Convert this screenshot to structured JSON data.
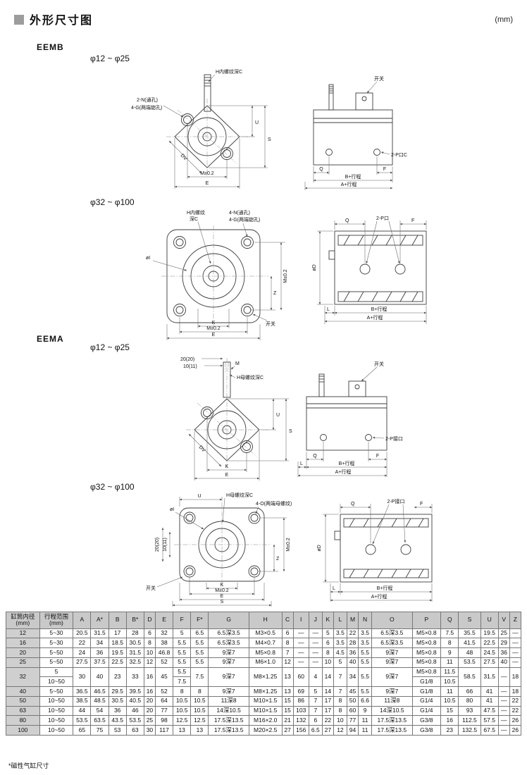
{
  "page": {
    "title": "外形尺寸图",
    "unit": "(mm)",
    "footnote": "*磁性气缸尺寸"
  },
  "sections": {
    "eemb": {
      "name": "EEMB",
      "range_small": "φ12 ~ φ25",
      "range_large": "φ32 ~ φ100"
    },
    "eema": {
      "name": "EEMA",
      "range_small": "φ12 ~ φ25",
      "range_large": "φ32 ~ φ100"
    }
  },
  "drawings": {
    "eemb_small": {
      "front": {
        "thread_label": "H内螺纹深C",
        "hole_label_1": "2-N(通孔)",
        "hole_label_2": "4-G(两端锪孔)",
        "dim_m": "M±0.2",
        "dim_e": "E",
        "dim_u": "U",
        "dim_s": "S",
        "dim_dv": "DV"
      },
      "side": {
        "switch_label": "开关",
        "dim_q": "Q",
        "dim_f": "F",
        "dim_b": "B+行程",
        "dim_a": "A+行程",
        "port_label": "2-P口C"
      }
    },
    "eemb_large": {
      "front": {
        "thread_label_1": "H内螺纹",
        "thread_label_2": "深C",
        "hole_label_1": "4-N(通孔)",
        "hole_label_2": "4-G(两端锪孔)",
        "dim_i": "øI",
        "dim_z": "Z",
        "dim_m_right": "M±0.2",
        "dim_k": "K",
        "dim_m_bottom": "M±0.2",
        "dim_e": "E",
        "switch_label": "开关"
      },
      "side": {
        "port_label": "2-P口",
        "dim_q": "Q",
        "dim_f": "F",
        "dim_d": "øD",
        "dim_l": "L",
        "dim_b": "B+行程",
        "dim_a": "A+行程"
      }
    },
    "eema_small": {
      "front": {
        "dim_20": "20(20)",
        "dim_10": "10(11)",
        "dim_m_label": "M",
        "thread_label": "H母螺纹深C",
        "dim_u": "U",
        "dim_s": "S",
        "dim_dv": "DV",
        "dim_k": "K",
        "dim_e": "E"
      },
      "side": {
        "switch_label": "开关",
        "dim_q": "Q",
        "dim_f": "F",
        "dim_b": "B+行程",
        "dim_a": "A+行程",
        "port_label": "2-P接口",
        "dim_l": "L"
      }
    },
    "eema_large": {
      "front": {
        "dim_u": "U",
        "thread_label": "H母螺纹深C",
        "hole_label": "4-O(两端母螺纹)",
        "dim_20": "20(20)",
        "dim_10": "10(11)",
        "dim_i": "øI",
        "dim_z": "Z",
        "dim_m_right": "M±0.2",
        "dim_k": "K",
        "dim_m_bottom": "M±0.2",
        "dim_e": "E",
        "dim_s": "S",
        "switch_label": "开关"
      },
      "side": {
        "dim_q": "Q",
        "port_label": "2-P接口",
        "dim_f": "F",
        "dim_d": "øD",
        "dim_l": "L",
        "dim_b": "B+行程",
        "dim_a": "A+行程"
      }
    }
  },
  "table": {
    "headers": [
      "缸筒内径\n(mm)",
      "行程范围\n(mm)",
      "A",
      "A*",
      "B",
      "B*",
      "D",
      "E",
      "F",
      "F*",
      "G",
      "H",
      "C",
      "I",
      "J",
      "K",
      "L",
      "M",
      "N",
      "O",
      "P",
      "Q",
      "S",
      "U",
      "V",
      "Z"
    ],
    "rows": [
      [
        {
          "t": "12",
          "c": "bore"
        },
        "5~30",
        "20.5",
        "31.5",
        "17",
        "28",
        "6",
        "32",
        "5",
        "6.5",
        "6.5深3.5",
        "M3×0.5",
        "6",
        "—",
        "—",
        "5",
        "3.5",
        "22",
        "3.5",
        "6.5深3.5",
        "M5×0.8",
        "7.5",
        "35.5",
        "19.5",
        "25",
        "—"
      ],
      [
        {
          "t": "16",
          "c": "bore"
        },
        "5~30",
        "22",
        "34",
        "18.5",
        "30.5",
        "8",
        "38",
        "5.5",
        "5.5",
        "6.5深3.5",
        "M4×0.7",
        "8",
        "—",
        "—",
        "6",
        "3.5",
        "28",
        "3.5",
        "6.5深3.5",
        "M5×0.8",
        "8",
        "41.5",
        "22.5",
        "29",
        "—"
      ],
      [
        {
          "t": "20",
          "c": "bore"
        },
        "5~50",
        "24",
        "36",
        "19.5",
        "31.5",
        "10",
        "46.8",
        "5.5",
        "5.5",
        "9深7",
        "M5×0.8",
        "7",
        "—",
        "—",
        "8",
        "4.5",
        "36",
        "5.5",
        "9深7",
        "M5×0.8",
        "9",
        "48",
        "24.5",
        "36",
        "—"
      ],
      [
        {
          "t": "25",
          "c": "bore"
        },
        "5~50",
        "27.5",
        "37.5",
        "22.5",
        "32.5",
        "12",
        "52",
        "5.5",
        "5.5",
        "9深7",
        "M6×1.0",
        "12",
        "—",
        "—",
        "10",
        "5",
        "40",
        "5.5",
        "9深7",
        "M5×0.8",
        "11",
        "53.5",
        "27.5",
        "40",
        "—"
      ],
      [
        {
          "t": "32",
          "c": "bore",
          "rs": 2
        },
        "5",
        {
          "t": "30",
          "rs": 2
        },
        {
          "t": "40",
          "rs": 2
        },
        {
          "t": "23",
          "rs": 2
        },
        {
          "t": "33",
          "rs": 2
        },
        {
          "t": "16",
          "rs": 2
        },
        {
          "t": "45",
          "rs": 2
        },
        "5.5",
        {
          "t": "7.5",
          "rs": 2
        },
        {
          "t": "9深7",
          "rs": 2
        },
        {
          "t": "M8×1.25",
          "rs": 2
        },
        {
          "t": "13",
          "rs": 2
        },
        {
          "t": "60",
          "rs": 2
        },
        {
          "t": "4",
          "rs": 2
        },
        {
          "t": "14",
          "rs": 2
        },
        {
          "t": "7",
          "rs": 2
        },
        {
          "t": "34",
          "rs": 2
        },
        {
          "t": "5.5",
          "rs": 2
        },
        {
          "t": "9深7",
          "rs": 2
        },
        "M5×0.8",
        "11.5",
        {
          "t": "58.5",
          "rs": 2
        },
        {
          "t": "31.5",
          "rs": 2
        },
        {
          "t": "—",
          "rs": 2
        },
        {
          "t": "18",
          "rs": 2
        }
      ],
      [
        "10~50",
        "7.5",
        "G1/8",
        "10.5"
      ],
      [
        {
          "t": "40",
          "c": "bore"
        },
        "5~50",
        "36.5",
        "46.5",
        "29.5",
        "39.5",
        "16",
        "52",
        "8",
        "8",
        "9深7",
        "M8×1.25",
        "13",
        "69",
        "5",
        "14",
        "7",
        "45",
        "5.5",
        "9深7",
        "G1/8",
        "11",
        "66",
        "41",
        "—",
        "18"
      ],
      [
        {
          "t": "50",
          "c": "bore"
        },
        "10~50",
        "38.5",
        "48.5",
        "30.5",
        "40.5",
        "20",
        "64",
        "10.5",
        "10.5",
        "11深8",
        "M10×1.5",
        "15",
        "86",
        "7",
        "17",
        "8",
        "50",
        "6.6",
        "11深8",
        "G1/4",
        "10.5",
        "80",
        "41",
        "—",
        "22"
      ],
      [
        {
          "t": "63",
          "c": "bore"
        },
        "10~50",
        "44",
        "54",
        "36",
        "46",
        "20",
        "77",
        "10.5",
        "10.5",
        "14深10.5",
        "M10×1.5",
        "15",
        "103",
        "7",
        "17",
        "8",
        "60",
        "9",
        "14深10.5",
        "G1/4",
        "15",
        "93",
        "47.5",
        "—",
        "22"
      ],
      [
        {
          "t": "80",
          "c": "bore"
        },
        "10~50",
        "53.5",
        "63.5",
        "43.5",
        "53.5",
        "25",
        "98",
        "12.5",
        "12.5",
        "17.5深13.5",
        "M16×2.0",
        "21",
        "132",
        "6",
        "22",
        "10",
        "77",
        "11",
        "17.5深13.5",
        "G3/8",
        "16",
        "112.5",
        "57.5",
        "—",
        "26"
      ],
      [
        {
          "t": "100",
          "c": "bore"
        },
        "10~50",
        "65",
        "75",
        "53",
        "63",
        "30",
        "117",
        "13",
        "13",
        "17.5深13.5",
        "M20×2.5",
        "27",
        "156",
        "6.5",
        "27",
        "12",
        "94",
        "11",
        "17.5深13.5",
        "G3/8",
        "23",
        "132.5",
        "67.5",
        "—",
        "26"
      ]
    ]
  }
}
